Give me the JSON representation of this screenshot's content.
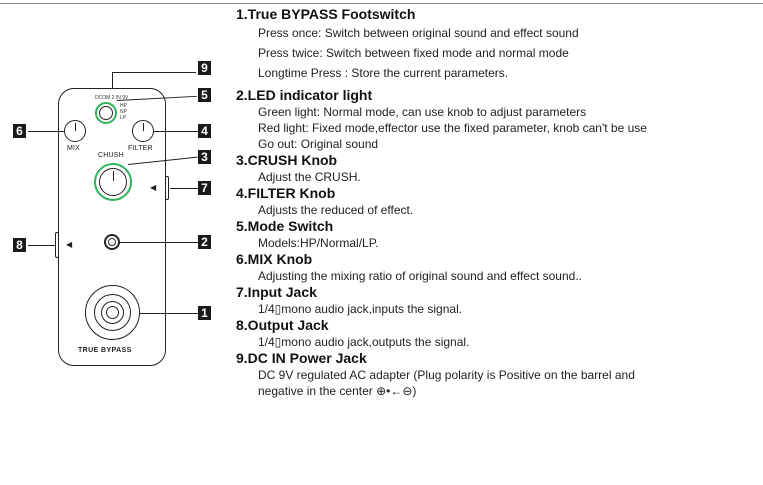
{
  "callouts": {
    "n1": "1",
    "n2": "2",
    "n3": "3",
    "n4": "4",
    "n5": "5",
    "n6": "6",
    "n7": "7",
    "n8": "8",
    "n9": "9"
  },
  "pedal": {
    "mode_switch_text": "DCOM 2 IN 9V",
    "mode_labels": [
      "HP",
      "NP",
      "LP"
    ],
    "knob_mix": "MIX",
    "knob_filter": "FILTER",
    "knob_crush": "CHUSH",
    "footswitch_label": "TRUE BYPASS"
  },
  "sections": [
    {
      "title": "1.True BYPASS Footswitch",
      "lines": [
        "Press once: Switch between original sound and effect sound",
        "Press twice: Switch between fixed mode and normal mode",
        "Longtime Press : Store the current parameters."
      ]
    },
    {
      "title": "2.LED  indicator light",
      "lines": [
        "Green light: Normal mode, can use knob to adjust parameters",
        "Red light: Fixed mode,effector use the fixed parameter, knob can't be use",
        "Go out: Original sound"
      ]
    },
    {
      "title": "3.CRUSH Knob",
      "lines": [
        "Adjust the CRUSH."
      ]
    },
    {
      "title": "4.FILTER Knob",
      "lines": [
        "Adjusts the reduced of effect."
      ]
    },
    {
      "title": "5.Mode Switch",
      "lines": [
        "Models:HP/Normal/LP."
      ]
    },
    {
      "title": "6.MIX Knob",
      "lines": [
        "Adjusting the mixing ratio of original sound and effect sound.."
      ]
    },
    {
      "title": "7.Input Jack",
      "lines": [
        "1/4▯mono audio jack,inputs the signal."
      ]
    },
    {
      "title": "8.Output Jack",
      "lines": [
        "1/4▯mono audio jack,outputs the signal."
      ]
    },
    {
      "title": "9.DC IN Power Jack",
      "lines": [
        "DC 9V regulated AC adapter (Plug polarity is Positive on the barrel and",
        "negative in the center ⊕•←⊖)"
      ]
    }
  ]
}
